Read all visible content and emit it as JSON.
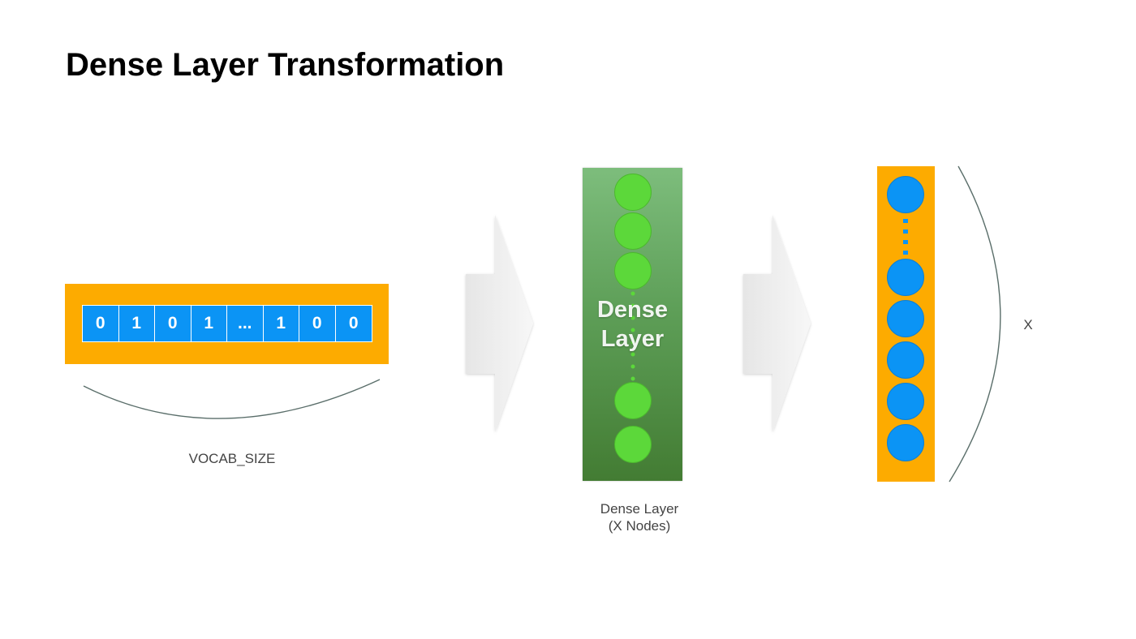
{
  "title": "Dense Layer Transformation",
  "input_vector": {
    "cells": [
      "0",
      "1",
      "0",
      "1",
      "...",
      "1",
      "0",
      "0"
    ],
    "caption": "VOCAB_SIZE"
  },
  "dense_layer": {
    "overlay_line1": "Dense",
    "overlay_line2": "Layer",
    "caption_line1": "Dense Layer",
    "caption_line2": "(X Nodes)"
  },
  "output_vector": {
    "caption": "X"
  },
  "colors": {
    "orange": "#fdab00",
    "blue_node": "#0b94f5",
    "green_node": "#5cd83a",
    "arc": "#5a6e6a"
  }
}
